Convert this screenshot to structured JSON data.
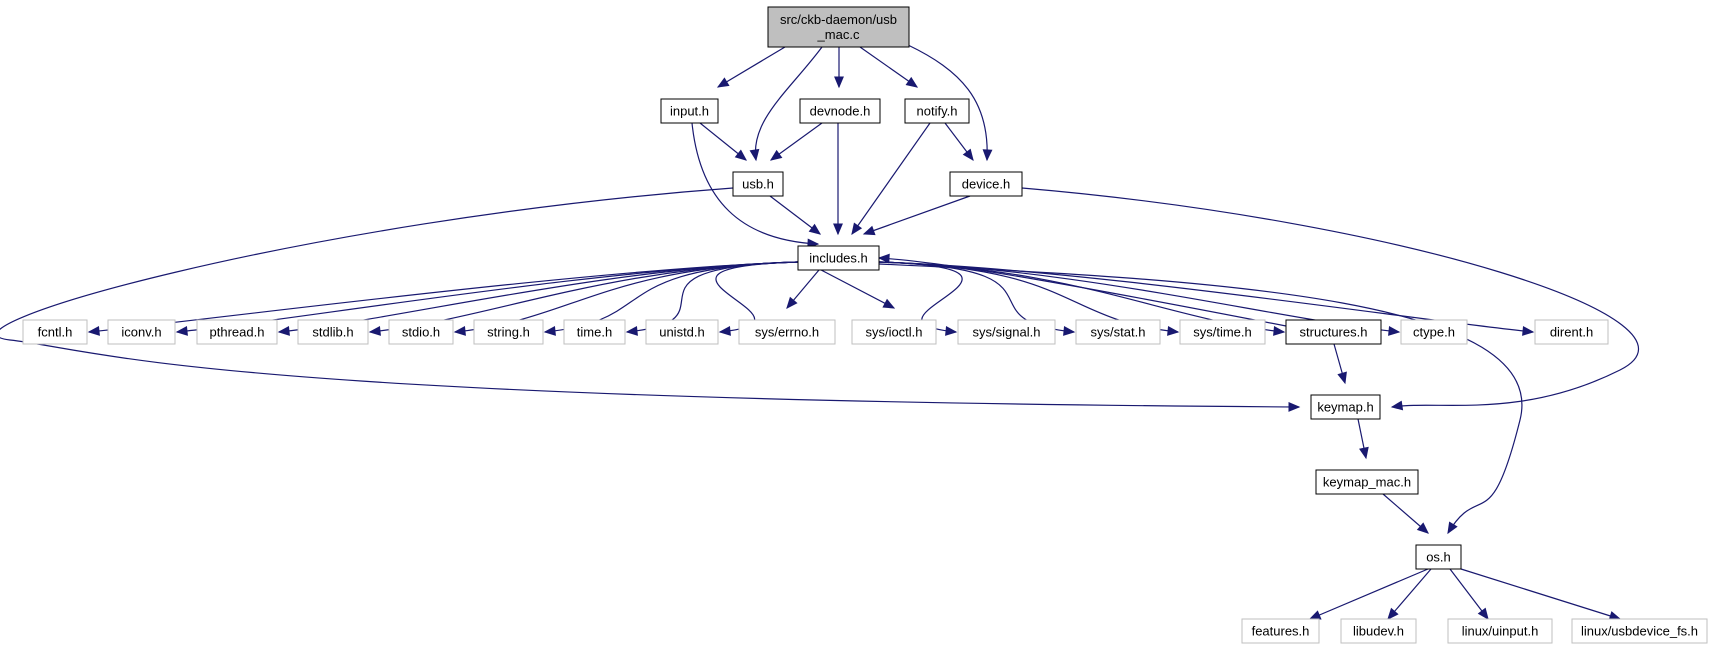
{
  "diagram": {
    "type": "include-dependency-graph",
    "colors": {
      "edge": "#191970",
      "root_fill": "#bfbfbf",
      "node_border": "#000000",
      "external_border": "#bfbfbf",
      "text": "#000000"
    },
    "nodes": [
      {
        "id": "root",
        "lines": [
          "src/ckb-daemon/usb",
          "_mac.c"
        ],
        "kind": "root"
      },
      {
        "id": "input",
        "lines": [
          "input.h"
        ],
        "kind": "documented"
      },
      {
        "id": "devnode",
        "lines": [
          "devnode.h"
        ],
        "kind": "documented"
      },
      {
        "id": "notify",
        "lines": [
          "notify.h"
        ],
        "kind": "documented"
      },
      {
        "id": "usb",
        "lines": [
          "usb.h"
        ],
        "kind": "documented"
      },
      {
        "id": "device",
        "lines": [
          "device.h"
        ],
        "kind": "documented"
      },
      {
        "id": "includes",
        "lines": [
          "includes.h"
        ],
        "kind": "documented"
      },
      {
        "id": "fcntl",
        "lines": [
          "fcntl.h"
        ],
        "kind": "external"
      },
      {
        "id": "iconv",
        "lines": [
          "iconv.h"
        ],
        "kind": "external"
      },
      {
        "id": "pthread",
        "lines": [
          "pthread.h"
        ],
        "kind": "external"
      },
      {
        "id": "stdlib",
        "lines": [
          "stdlib.h"
        ],
        "kind": "external"
      },
      {
        "id": "stdio",
        "lines": [
          "stdio.h"
        ],
        "kind": "external"
      },
      {
        "id": "string",
        "lines": [
          "string.h"
        ],
        "kind": "external"
      },
      {
        "id": "time",
        "lines": [
          "time.h"
        ],
        "kind": "external"
      },
      {
        "id": "unistd",
        "lines": [
          "unistd.h"
        ],
        "kind": "external"
      },
      {
        "id": "errno",
        "lines": [
          "sys/errno.h"
        ],
        "kind": "external"
      },
      {
        "id": "ioctl",
        "lines": [
          "sys/ioctl.h"
        ],
        "kind": "external"
      },
      {
        "id": "signal",
        "lines": [
          "sys/signal.h"
        ],
        "kind": "external"
      },
      {
        "id": "stat",
        "lines": [
          "sys/stat.h"
        ],
        "kind": "external"
      },
      {
        "id": "systime",
        "lines": [
          "sys/time.h"
        ],
        "kind": "external"
      },
      {
        "id": "structures",
        "lines": [
          "structures.h"
        ],
        "kind": "documented"
      },
      {
        "id": "ctype",
        "lines": [
          "ctype.h"
        ],
        "kind": "external"
      },
      {
        "id": "dirent",
        "lines": [
          "dirent.h"
        ],
        "kind": "external"
      },
      {
        "id": "keymap",
        "lines": [
          "keymap.h"
        ],
        "kind": "documented"
      },
      {
        "id": "keymapmac",
        "lines": [
          "keymap_mac.h"
        ],
        "kind": "documented"
      },
      {
        "id": "os",
        "lines": [
          "os.h"
        ],
        "kind": "documented"
      },
      {
        "id": "features",
        "lines": [
          "features.h"
        ],
        "kind": "external"
      },
      {
        "id": "libudev",
        "lines": [
          "libudev.h"
        ],
        "kind": "external"
      },
      {
        "id": "uinput",
        "lines": [
          "linux/uinput.h"
        ],
        "kind": "external"
      },
      {
        "id": "usbdevfs",
        "lines": [
          "linux/usbdevice_fs.h"
        ],
        "kind": "external"
      }
    ],
    "edges": [
      {
        "from": "root",
        "to": "input"
      },
      {
        "from": "root",
        "to": "usb"
      },
      {
        "from": "root",
        "to": "devnode"
      },
      {
        "from": "root",
        "to": "notify"
      },
      {
        "from": "root",
        "to": "device"
      },
      {
        "from": "input",
        "to": "usb"
      },
      {
        "from": "input",
        "to": "includes"
      },
      {
        "from": "devnode",
        "to": "usb"
      },
      {
        "from": "devnode",
        "to": "includes"
      },
      {
        "from": "notify",
        "to": "includes"
      },
      {
        "from": "notify",
        "to": "device"
      },
      {
        "from": "usb",
        "to": "includes"
      },
      {
        "from": "usb",
        "to": "keymap"
      },
      {
        "from": "device",
        "to": "includes"
      },
      {
        "from": "device",
        "to": "keymap"
      },
      {
        "from": "includes",
        "to": "fcntl"
      },
      {
        "from": "includes",
        "to": "iconv"
      },
      {
        "from": "includes",
        "to": "pthread"
      },
      {
        "from": "includes",
        "to": "stdlib"
      },
      {
        "from": "includes",
        "to": "stdio"
      },
      {
        "from": "includes",
        "to": "string"
      },
      {
        "from": "includes",
        "to": "time"
      },
      {
        "from": "includes",
        "to": "unistd"
      },
      {
        "from": "includes",
        "to": "errno"
      },
      {
        "from": "includes",
        "to": "ioctl"
      },
      {
        "from": "includes",
        "to": "signal"
      },
      {
        "from": "includes",
        "to": "stat"
      },
      {
        "from": "includes",
        "to": "systime"
      },
      {
        "from": "includes",
        "to": "structures"
      },
      {
        "from": "structures",
        "to": "includes"
      },
      {
        "from": "includes",
        "to": "ctype"
      },
      {
        "from": "includes",
        "to": "dirent"
      },
      {
        "from": "includes",
        "to": "os"
      },
      {
        "from": "structures",
        "to": "keymap"
      },
      {
        "from": "keymap",
        "to": "keymapmac"
      },
      {
        "from": "keymapmac",
        "to": "os"
      },
      {
        "from": "os",
        "to": "features"
      },
      {
        "from": "os",
        "to": "libudev"
      },
      {
        "from": "os",
        "to": "uinput"
      },
      {
        "from": "os",
        "to": "usbdevfs"
      }
    ]
  }
}
